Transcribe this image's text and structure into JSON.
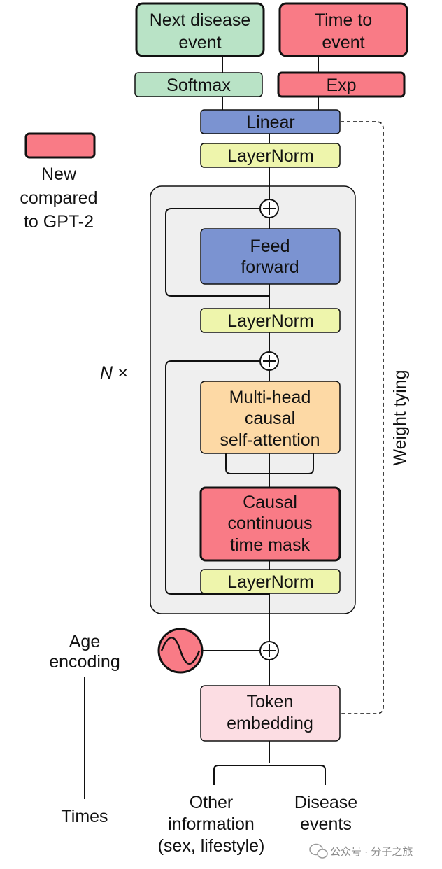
{
  "outputs": {
    "next_disease": [
      "Next disease",
      "event"
    ],
    "time_to_event": [
      "Time to",
      "event"
    ]
  },
  "softmax": "Softmax",
  "exp": "Exp",
  "linear": "Linear",
  "layernorm_top": "LayerNorm",
  "legend": {
    "text": [
      "New",
      "compared",
      "to GPT-2"
    ],
    "color": "#f97b86"
  },
  "block": {
    "repeat_label": "N ×",
    "feed_forward": [
      "Feed",
      "forward"
    ],
    "layernorm_mid": "LayerNorm",
    "attention": [
      "Multi-head",
      "causal",
      "self-attention"
    ],
    "time_mask": [
      "Causal",
      "continuous",
      "time mask"
    ],
    "layernorm_bottom": "LayerNorm"
  },
  "weight_tying": "Weight tying",
  "age_encoding": [
    "Age",
    "encoding"
  ],
  "token_embedding": [
    "Token",
    "embedding"
  ],
  "inputs": {
    "times": "Times",
    "other": [
      "Other",
      "information",
      "(sex, lifestyle)"
    ],
    "disease_events": [
      "Disease",
      "events"
    ]
  },
  "watermark": "公众号 · 分子之旅",
  "colors": {
    "green": "#b9e3c6",
    "red": "#f97b86",
    "blue": "#7b93d1",
    "yellow": "#eef5ac",
    "orange": "#fdd9a5",
    "pink": "#fcdde3",
    "block_bg": "#efefef"
  }
}
